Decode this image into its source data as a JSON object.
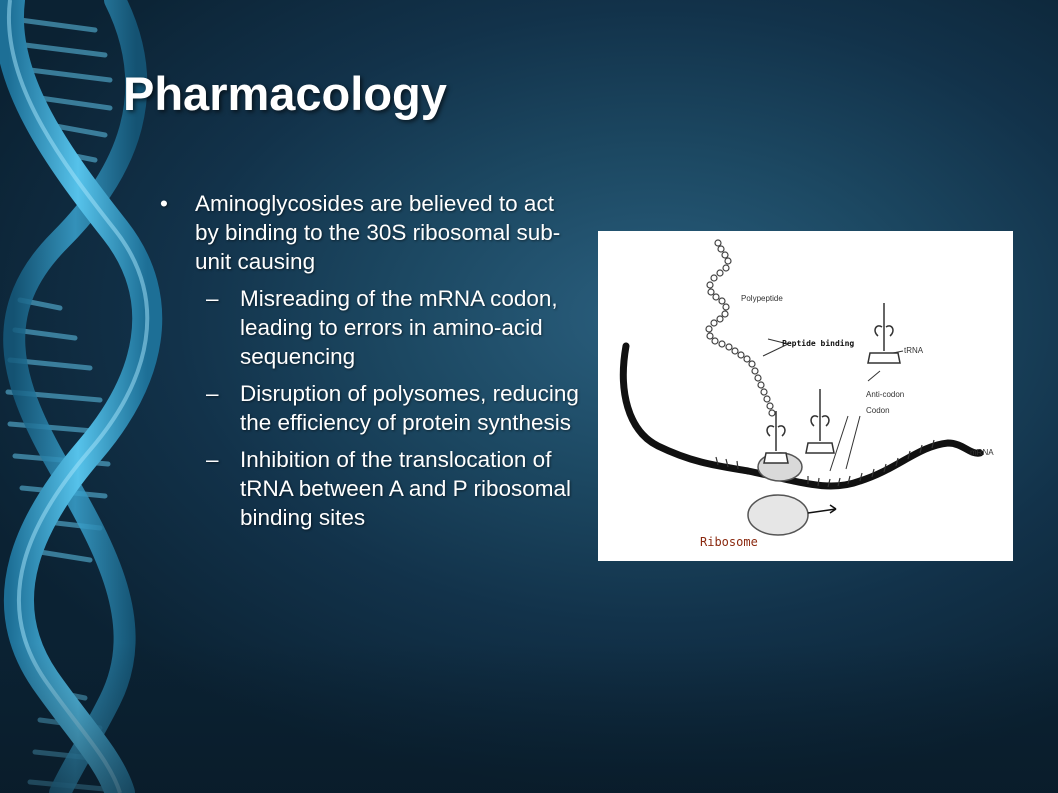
{
  "slide": {
    "title": "Pharmacology",
    "bullet": {
      "marker": "•",
      "text": "Aminoglycosides are believed to act by binding to the 30S ribosomal sub-unit causing"
    },
    "sub_marker": "–",
    "sub_bullets": [
      "Misreading of the mRNA codon, leading to errors in amino-acid sequencing",
      "Disruption of polysomes, reducing the efficiency of protein synthesis",
      "Inhibition of the translocation of tRNA between A and P ribosomal binding sites"
    ]
  },
  "figure": {
    "labels": {
      "polypeptide": "Polypeptide",
      "peptide_binding": "Peptide binding",
      "trna": "tRNA",
      "anti_codon": "Anti-codon",
      "codon": "Codon",
      "mrna": "mRNA",
      "ribosome": "Ribosome"
    }
  },
  "colors": {
    "background": "#1c4862",
    "dna_blue": "#3fa9d6",
    "title_text": "#ffffff",
    "ribosome_label": "#8b2a10"
  }
}
